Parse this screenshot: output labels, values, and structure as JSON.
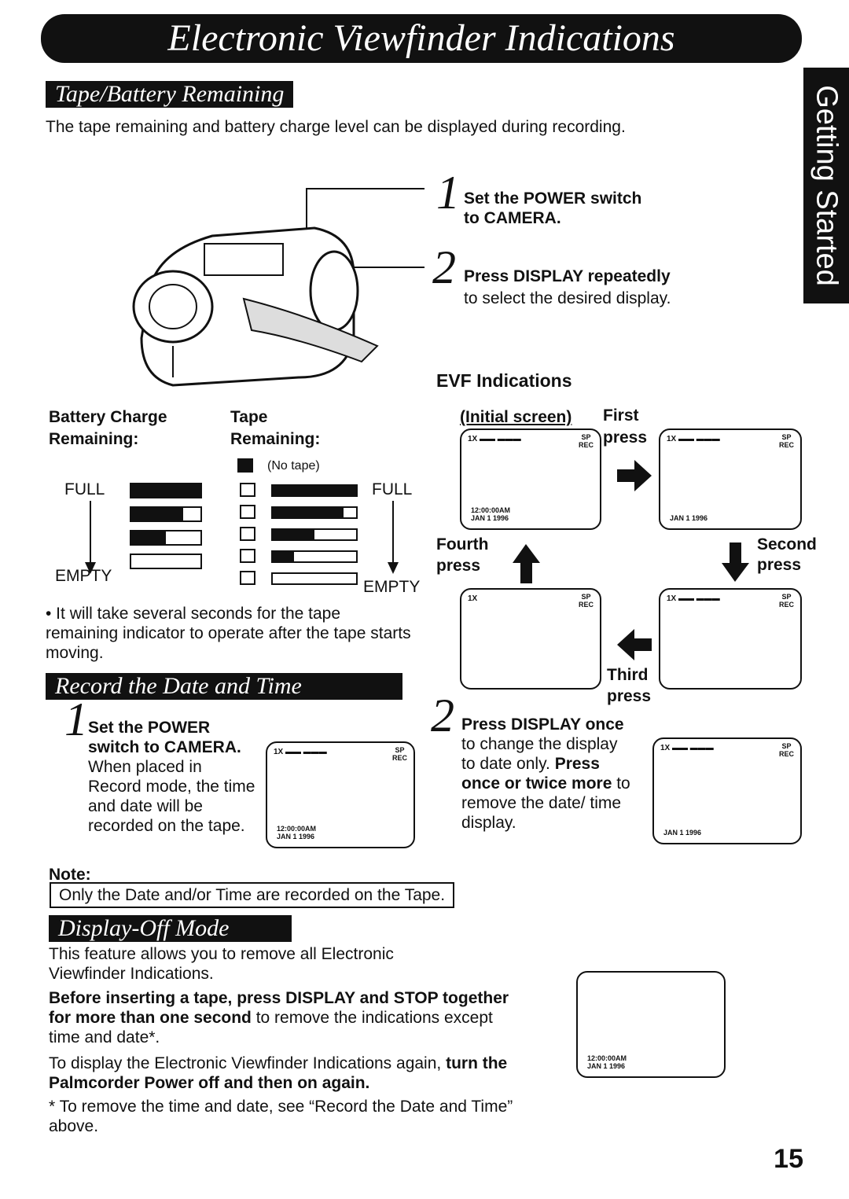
{
  "header": {
    "title": "Electronic Viewfinder Indications",
    "side_tab": "Getting Started",
    "page_number": "15"
  },
  "tape_battery": {
    "heading": "Tape/Battery Remaining",
    "intro": "The tape remaining and battery charge level can be displayed during recording.",
    "step1_num": "1",
    "step1_text": "Set the POWER switch to CAMERA.",
    "step2_num": "2",
    "step2_bold": "Press DISPLAY repeatedly",
    "step2_text": "to select the desired display.",
    "battery_label1": "Battery Charge",
    "battery_label2": "Remaining:",
    "tape_label1": "Tape",
    "tape_label2": "Remaining:",
    "no_tape": "(No tape)",
    "full_left": "FULL",
    "empty_left": "EMPTY",
    "full_right": "FULL",
    "empty_right": "EMPTY",
    "battery_levels": [
      1.0,
      0.75,
      0.5,
      0.0
    ],
    "tape_levels": [
      1.0,
      0.85,
      0.5,
      0.25,
      0.0
    ],
    "bullet": "• It will take several seconds for the tape remaining indicator to operate after the tape starts moving.",
    "evf_heading": "EVF Indications",
    "initial_screen": "(Initial screen)",
    "first_press_1": "First",
    "first_press_2": "press",
    "second_press_1": "Second",
    "second_press_2": "press",
    "third_press_1": "Third",
    "third_press_2": "press",
    "fourth_press_1": "Fourth",
    "fourth_press_2": "press"
  },
  "evf": {
    "zoom": "1X",
    "sp": "SP",
    "rec": "REC",
    "time": "12:00:00AM",
    "date": "JAN  1 1996"
  },
  "record_date": {
    "heading": "Record the Date and Time",
    "step1_num": "1",
    "step1_bold": "Set the POWER switch to CAMERA.",
    "step1_text": " When placed in Record mode, the time and date will be recorded on the tape.",
    "step2_num": "2",
    "step2_bold": "Press DISPLAY once",
    "step2_text": " to change the display to date only. ",
    "step2_bold2": "Press once or twice more",
    "step2_text2": " to remove the date/ time display.",
    "note_label": "Note:",
    "note_text": "Only the Date and/or Time are recorded on the Tape."
  },
  "display_off": {
    "heading": "Display-Off Mode",
    "p1": "This feature allows you to remove all Electronic Viewfinder Indications.",
    "p2_bold": "Before inserting a tape, press DISPLAY and STOP together for more than one second",
    "p2_text": " to remove the indications except time and date*.",
    "p3_text": "To display the Electronic Viewfinder Indications again, ",
    "p3_bold": "turn the Palmcorder Power off and then on again.",
    "footnote": "* To remove the time and date, see “Record the Date and Time” above."
  }
}
